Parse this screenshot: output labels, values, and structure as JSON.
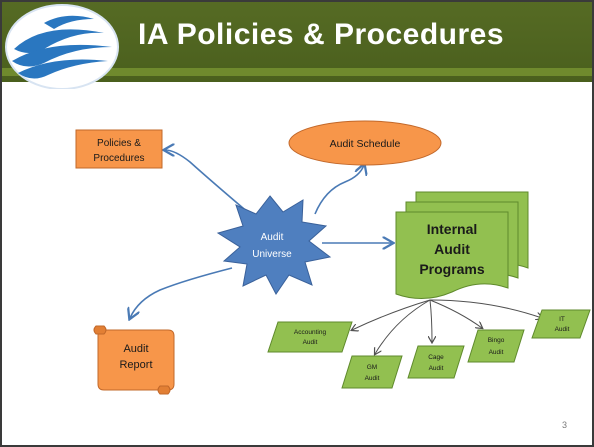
{
  "slide": {
    "title": "IA Policies & Procedures",
    "page_number": "3"
  },
  "diagram": {
    "hub": {
      "label_line1": "Audit",
      "label_line2": "Universe"
    },
    "policies": {
      "label_line1": "Policies &",
      "label_line2": "Procedures"
    },
    "schedule": {
      "label": "Audit Schedule"
    },
    "report": {
      "label_line1": "Audit",
      "label_line2": "Report"
    },
    "programs": {
      "label_line1": "Internal",
      "label_line2": "Audit",
      "label_line3": "Programs"
    },
    "audits": [
      {
        "line1": "Accounting",
        "line2": "Audit"
      },
      {
        "line1": "GM",
        "line2": "Audit"
      },
      {
        "line1": "Cage",
        "line2": "Audit"
      },
      {
        "line1": "Bingo",
        "line2": "Audit"
      },
      {
        "line1": "IT",
        "line2": "Audit"
      }
    ]
  },
  "colors": {
    "header_green": "#566b24",
    "star_blue": "#4f7fbf",
    "box_orange": "#f7964a",
    "doc_green": "#92c050",
    "arrow_blue": "#4a7ab5"
  },
  "icons": {
    "logo": "blue-circle-swoosh-logo"
  }
}
